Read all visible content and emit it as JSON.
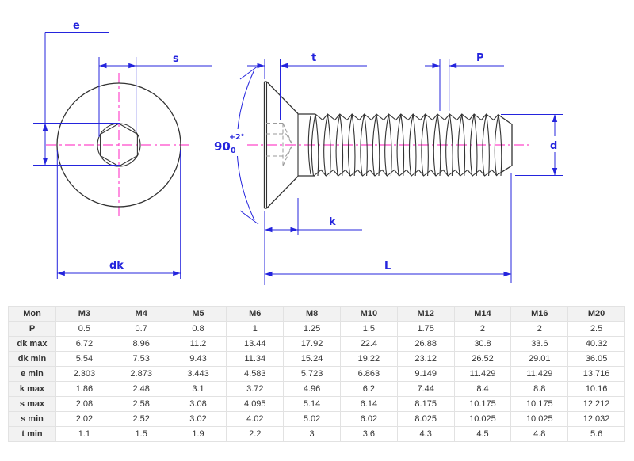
{
  "diagram": {
    "labels": {
      "e": "e",
      "s": "s",
      "dk": "dk",
      "t": "t",
      "p": "P",
      "k": "k",
      "l": "L",
      "d": "d",
      "angle": "90",
      "angle_tol_plus": "+2°",
      "angle_tol_minus": "0"
    },
    "colors": {
      "dimension": "#2424dd",
      "centerline": "#ff47cb",
      "outline": "#333333",
      "hidden": "#9a9a9a"
    }
  },
  "table": {
    "columns": [
      "Mon",
      "M3",
      "M4",
      "M5",
      "M6",
      "M8",
      "M10",
      "M12",
      "M14",
      "M16",
      "M20"
    ],
    "rows": [
      {
        "label": "P",
        "values": [
          "0.5",
          "0.7",
          "0.8",
          "1",
          "1.25",
          "1.5",
          "1.75",
          "2",
          "2",
          "2.5"
        ]
      },
      {
        "label": "dk max",
        "values": [
          "6.72",
          "8.96",
          "11.2",
          "13.44",
          "17.92",
          "22.4",
          "26.88",
          "30.8",
          "33.6",
          "40.32"
        ]
      },
      {
        "label": "dk min",
        "values": [
          "5.54",
          "7.53",
          "9.43",
          "11.34",
          "15.24",
          "19.22",
          "23.12",
          "26.52",
          "29.01",
          "36.05"
        ]
      },
      {
        "label": "e min",
        "values": [
          "2.303",
          "2.873",
          "3.443",
          "4.583",
          "5.723",
          "6.863",
          "9.149",
          "11.429",
          "11.429",
          "13.716"
        ]
      },
      {
        "label": "k max",
        "values": [
          "1.86",
          "2.48",
          "3.1",
          "3.72",
          "4.96",
          "6.2",
          "7.44",
          "8.4",
          "8.8",
          "10.16"
        ]
      },
      {
        "label": "s max",
        "values": [
          "2.08",
          "2.58",
          "3.08",
          "4.095",
          "5.14",
          "6.14",
          "8.175",
          "10.175",
          "10.175",
          "12.212"
        ]
      },
      {
        "label": "s min",
        "values": [
          "2.02",
          "2.52",
          "3.02",
          "4.02",
          "5.02",
          "6.02",
          "8.025",
          "10.025",
          "10.025",
          "12.032"
        ]
      },
      {
        "label": "t min",
        "values": [
          "1.1",
          "1.5",
          "1.9",
          "2.2",
          "3",
          "3.6",
          "4.3",
          "4.5",
          "4.8",
          "5.6"
        ]
      }
    ]
  }
}
